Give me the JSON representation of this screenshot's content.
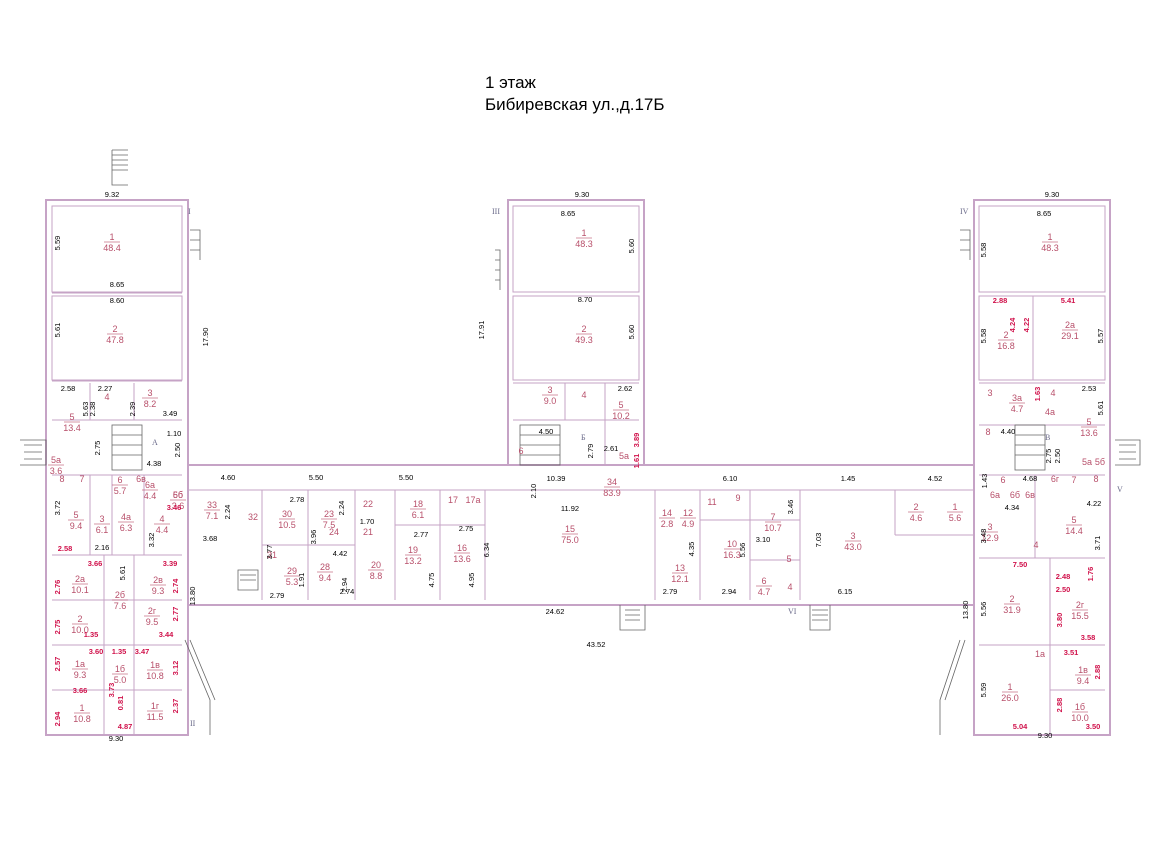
{
  "header": {
    "floor": "1 этаж",
    "address": "Бибиревская ул.,д.17Б"
  },
  "colors": {
    "walls": "#c6a3c6",
    "room_text": "#b8506b",
    "red_dims": "#d0104a",
    "dims": "#000000"
  },
  "wing_labels": [
    "I",
    "II",
    "III",
    "IV",
    "V",
    "VI",
    "А",
    "Б",
    "В"
  ],
  "rooms": {
    "L1": {
      "num": "1",
      "area": "48.4"
    },
    "L2": {
      "num": "2",
      "area": "47.8"
    },
    "L3": {
      "num": "3",
      "area": "8.2"
    },
    "L4": {
      "num": "4",
      "area": ""
    },
    "L5": {
      "num": "5",
      "area": "13.4"
    },
    "L8": {
      "num": "8",
      "area": ""
    },
    "L7": {
      "num": "7",
      "area": ""
    },
    "L6": {
      "num": "6",
      "area": "5.7"
    },
    "L6b": {
      "num": "6в",
      "area": ""
    },
    "L6a": {
      "num": "6а",
      "area": "4.4"
    },
    "L6b2": {
      "num": "6б",
      "area": ""
    },
    "L5b": {
      "num": "5",
      "area": "9.4"
    },
    "L3b": {
      "num": "3",
      "area": "6.1"
    },
    "L4a": {
      "num": "4а",
      "area": "6.3"
    },
    "L4b": {
      "num": "4",
      "area": "4.4"
    },
    "L2a": {
      "num": "2а",
      "area": "10.1"
    },
    "L2b": {
      "num": "2б",
      "area": "7.6"
    },
    "L2v": {
      "num": "2в",
      "area": "9.3"
    },
    "L2c": {
      "num": "2",
      "area": "10.0"
    },
    "L2g": {
      "num": "2г",
      "area": "9.5"
    },
    "L1a": {
      "num": "1а",
      "area": "9.3"
    },
    "L1b": {
      "num": "1б",
      "area": "5.0"
    },
    "L1v": {
      "num": "1в",
      "area": "10.8"
    },
    "L1c": {
      "num": "1",
      "area": "10.8"
    },
    "L1g": {
      "num": "1г",
      "area": "11.5"
    },
    "L5s": {
      "num": "5а",
      "area": "3.6"
    },
    "L5s2": {
      "num": "5б",
      "area": "3.6"
    },
    "C33": {
      "num": "33",
      "area": "7.1"
    },
    "C32": {
      "num": "32",
      "area": ""
    },
    "C30": {
      "num": "30",
      "area": "10.5"
    },
    "C23": {
      "num": "23",
      "area": "7.5"
    },
    "C24": {
      "num": "24",
      "area": ""
    },
    "C22": {
      "num": "22",
      "area": ""
    },
    "C21": {
      "num": "21",
      "area": ""
    },
    "C20": {
      "num": "20",
      "area": "8.8"
    },
    "C31": {
      "num": "31",
      "area": ""
    },
    "C29": {
      "num": "29",
      "area": "5.3"
    },
    "C28": {
      "num": "28",
      "area": "9.4"
    },
    "C18": {
      "num": "18",
      "area": "6.1"
    },
    "C19": {
      "num": "19",
      "area": "13.2"
    },
    "C17": {
      "num": "17",
      "area": ""
    },
    "C17a": {
      "num": "17а",
      "area": ""
    },
    "C16": {
      "num": "16",
      "area": "13.6"
    },
    "C15": {
      "num": "15",
      "area": "75.0"
    },
    "C14": {
      "num": "14",
      "area": "2.8"
    },
    "C12": {
      "num": "12",
      "area": "4.9"
    },
    "C13": {
      "num": "13",
      "area": "12.1"
    },
    "C11": {
      "num": "11",
      "area": ""
    },
    "C9": {
      "num": "9",
      "area": ""
    },
    "C7": {
      "num": "7",
      "area": "10.7"
    },
    "C10": {
      "num": "10",
      "area": "16.3"
    },
    "C6": {
      "num": "6",
      "area": "4.7"
    },
    "C5": {
      "num": "5",
      "area": ""
    },
    "C4": {
      "num": "4",
      "area": ""
    },
    "C3": {
      "num": "3",
      "area": "43.0"
    },
    "C34": {
      "num": "34",
      "area": "83.9"
    },
    "M1": {
      "num": "1",
      "area": "48.3"
    },
    "M2": {
      "num": "2",
      "area": "49.3"
    },
    "M3": {
      "num": "3",
      "area": "9.0"
    },
    "M4": {
      "num": "4",
      "area": ""
    },
    "M5": {
      "num": "5",
      "area": "10.2"
    },
    "M6": {
      "num": "6",
      "area": ""
    },
    "M5a": {
      "num": "5а",
      "area": ""
    },
    "R1": {
      "num": "1",
      "area": "48.3"
    },
    "R2": {
      "num": "2",
      "area": "16.8"
    },
    "R2a": {
      "num": "2а",
      "area": "29.1"
    },
    "R3": {
      "num": "3",
      "area": ""
    },
    "R3a": {
      "num": "3а",
      "area": "4.7"
    },
    "R4": {
      "num": "4",
      "area": ""
    },
    "R4a": {
      "num": "4а",
      "area": ""
    },
    "R5": {
      "num": "5",
      "area": "13.6"
    },
    "R8": {
      "num": "8",
      "area": ""
    },
    "R6": {
      "num": "6",
      "area": ""
    },
    "R6a": {
      "num": "6а",
      "area": ""
    },
    "R6b": {
      "num": "6б",
      "area": ""
    },
    "R6v": {
      "num": "6в",
      "area": ""
    },
    "R6g": {
      "num": "6г",
      "area": ""
    },
    "R7": {
      "num": "7",
      "area": ""
    },
    "R8b": {
      "num": "8",
      "area": ""
    },
    "R2b": {
      "num": "2",
      "area": "4.6"
    },
    "R1b": {
      "num": "1",
      "area": "5.6"
    },
    "R3b": {
      "num": "3",
      "area": "12.9"
    },
    "R4b": {
      "num": "4",
      "area": ""
    },
    "R5b": {
      "num": "5",
      "area": "14.4"
    },
    "R2c": {
      "num": "2",
      "area": "31.9"
    },
    "R2g": {
      "num": "2г",
      "area": "15.5"
    },
    "R1c": {
      "num": "1",
      "area": "26.0"
    },
    "R1a": {
      "num": "1а",
      "area": ""
    },
    "R1v": {
      "num": "1в",
      "area": "9.4"
    },
    "R1g": {
      "num": "1б",
      "area": "10.0"
    },
    "R5a": {
      "num": "5а",
      "area": ""
    },
    "R5b2": {
      "num": "5б",
      "area": ""
    }
  },
  "dims_black": [
    "9.32",
    "8.65",
    "8.60",
    "5.59",
    "5.61",
    "17.90",
    "2.58",
    "2.27",
    "5.63",
    "2.38",
    "2.39",
    "3.49",
    "1.10",
    "2.50",
    "2.75",
    "4.38",
    "4.60",
    "5.50",
    "5.50",
    "3.72",
    "9.30",
    "8.65",
    "8.70",
    "5.60",
    "5.60",
    "17.91",
    "2.62",
    "4.50",
    "2.61",
    "2.79",
    "10.39",
    "2.10",
    "6.10",
    "1.45",
    "4.52",
    "11.92",
    "9.30",
    "8.65",
    "5.58",
    "5.58",
    "5.57",
    "2.53",
    "5.61",
    "4.40",
    "2.75",
    "2.50",
    "1.43",
    "4.68",
    "4.34",
    "4.22",
    "3.48",
    "3.71",
    "2.78",
    "2.24",
    "3.68",
    "2.24",
    "1.70",
    "3.77",
    "3.96",
    "4.42",
    "2.77",
    "2.75",
    "6.34",
    "4.75",
    "4.95",
    "2.79",
    "2.94",
    "2.74",
    "1.91",
    "3.46",
    "3.10",
    "5.56",
    "7.03",
    "4.35",
    "2.79",
    "2.94",
    "6.15",
    "24.62",
    "43.52",
    "13.80",
    "13.80",
    "5.61",
    "9.30",
    "9.30",
    "5.56",
    "5.59",
    "2.16",
    "3.32"
  ],
  "dims_red": [
    "3.46",
    "2.58",
    "3.66",
    "3.39",
    "2.76",
    "2.74",
    "2.75",
    "2.77",
    "1.35",
    "3.44",
    "3.60",
    "1.35",
    "3.47",
    "2.57",
    "3.12",
    "3.66",
    "3.73",
    "0.81",
    "2.37",
    "2.94",
    "4.87",
    "3.89",
    "1.61",
    "2.88",
    "5.41",
    "4.24",
    "4.22",
    "1.63",
    "7.50",
    "2.48",
    "1.76",
    "2.50",
    "3.80",
    "3.58",
    "3.51",
    "2.88",
    "2.88",
    "5.04",
    "3.50"
  ]
}
